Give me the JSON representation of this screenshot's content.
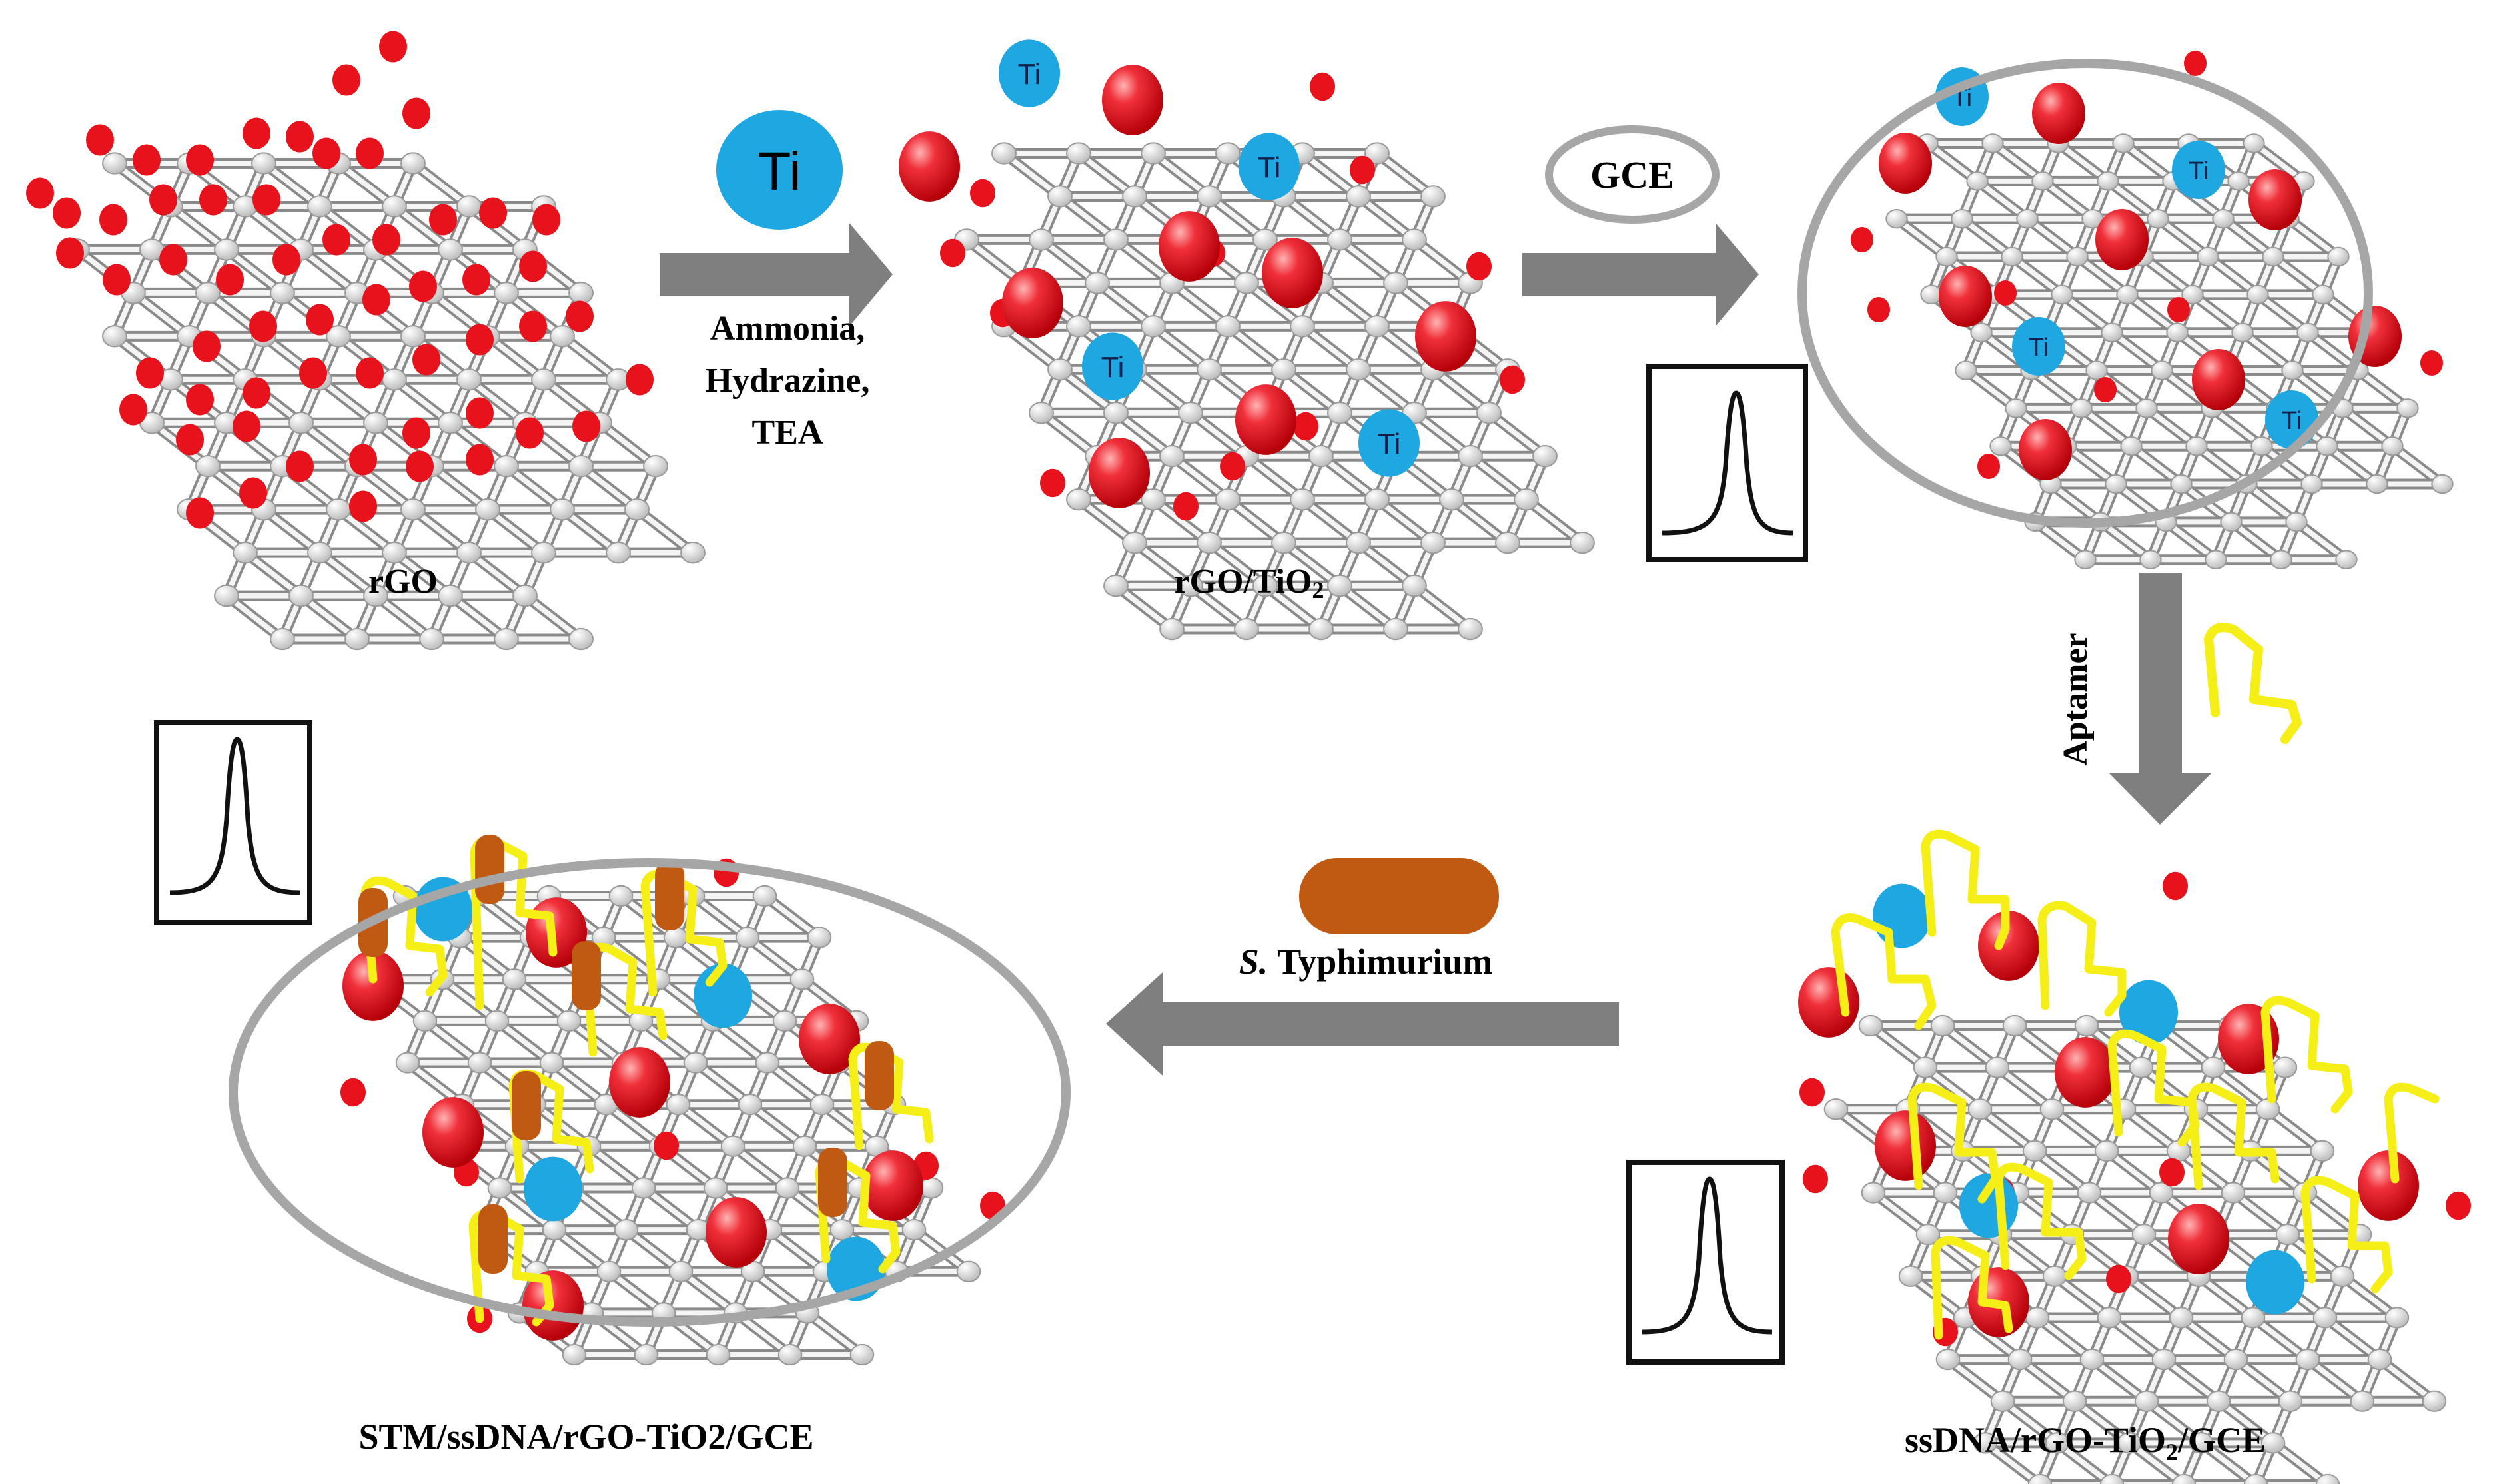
{
  "steps": {
    "rgo": {
      "label": "rGO"
    },
    "rgo_tio2": {
      "label_main": "rGO/TiO",
      "label_sub": "2"
    },
    "electrode": {
      "label": ""
    },
    "ssdna": {
      "label_main": "ssDNA/rGO-TiO",
      "label_sub": "2",
      "label_tail": "/GCE"
    },
    "stm": {
      "label": "STM/ssDNA/rGO-TiO2/GCE"
    }
  },
  "reagents": {
    "ti_circle_label": "Ti",
    "reducing_agents": [
      "Ammonia,",
      "Hydrazine,",
      "TEA"
    ],
    "gce_label": "GCE",
    "aptamer_label": "Aptamer",
    "bacteria_label_italic": "S.",
    "bacteria_label_rest": "Typhimurium"
  },
  "atom_label": "Ti",
  "colors": {
    "oxygen": "#e8121c",
    "titanium": "#1ea7e1",
    "carbon": "#f2f2f2",
    "aptamer": "#f5ee17",
    "bacteria": "#c05a12",
    "arrow": "#7f7f7f",
    "ellipse": "#a6a6a6"
  }
}
